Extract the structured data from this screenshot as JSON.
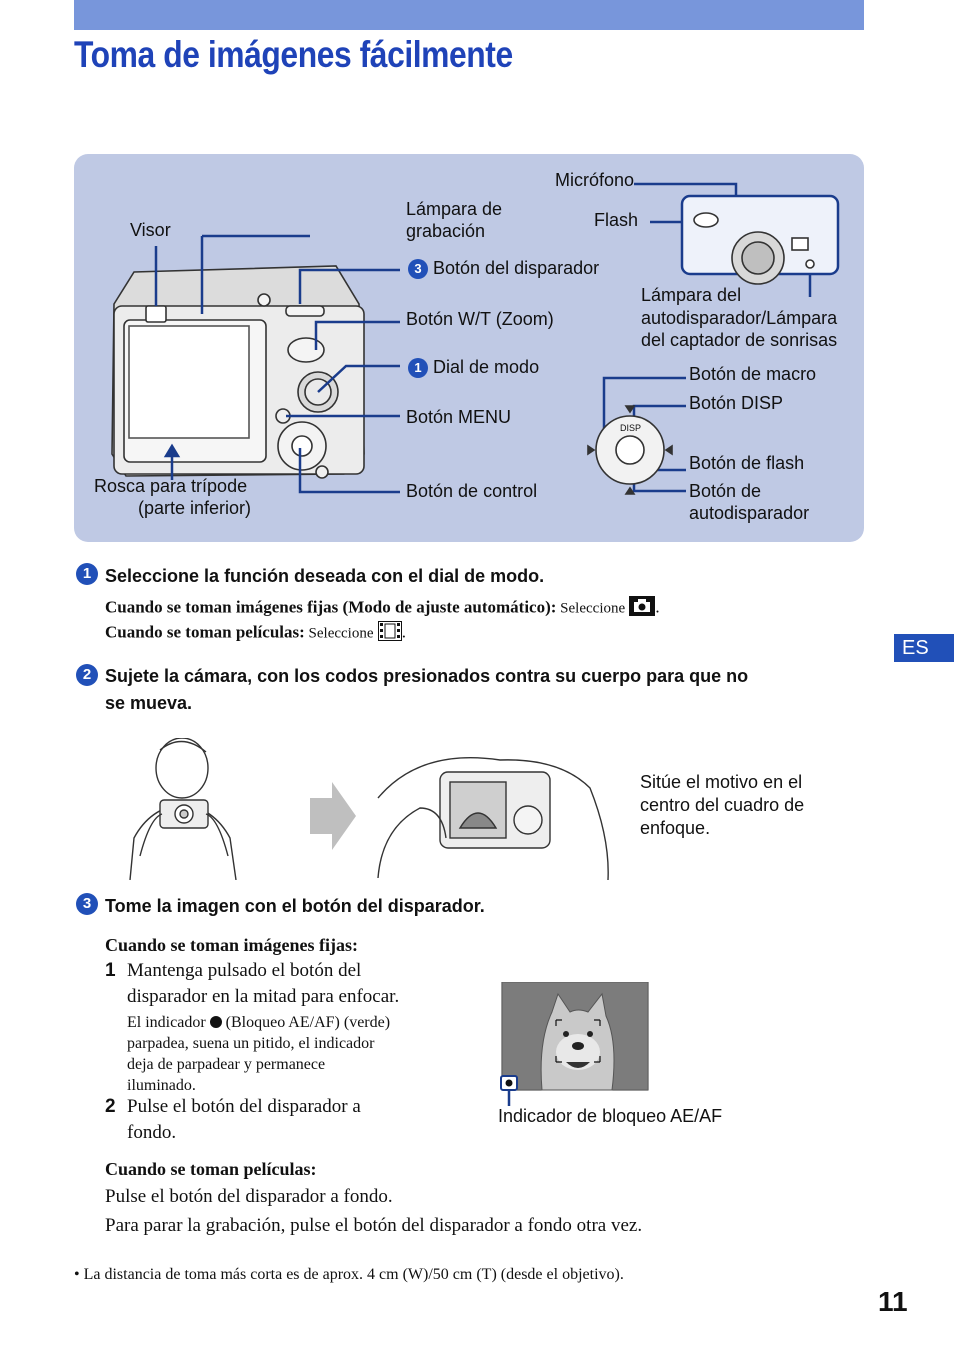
{
  "page": {
    "title": "Toma de imágenes fácilmente",
    "section_tab": "ES",
    "page_number": "11"
  },
  "diagram": {
    "labels": {
      "visor": "Visor",
      "lampara_grabacion_1": "Lámpara de",
      "lampara_grabacion_2": "grabación",
      "boton_disparador": "Botón del disparador",
      "boton_disparador_num": "3",
      "boton_wt": "Botón W/T (Zoom)",
      "dial_modo": "Dial de modo",
      "dial_modo_num": "1",
      "boton_menu": "Botón MENU",
      "rosca_1": "Rosca para trípode",
      "rosca_2": "(parte inferior)",
      "boton_control": "Botón de control",
      "microfono": "Micrófono",
      "flash": "Flash",
      "lampara_auto_1": "Lámpara del",
      "lampara_auto_2": "autodisparador/Lámpara",
      "lampara_auto_3": "del captador de sonrisas",
      "boton_macro": "Botón de macro",
      "boton_disp": "Botón DISP",
      "boton_flash": "Botón de flash",
      "boton_autodisparador_1": "Botón de",
      "boton_autodisparador_2": "autodisparador",
      "disp_text": "DISP"
    }
  },
  "steps": [
    {
      "number": "1",
      "heading": "Seleccione la función deseada con el dial de modo.",
      "line1_bold": "Cuando se toman imágenes fijas (Modo de ajuste automático):",
      "line1_text": " Seleccione",
      "line2_bold": "Cuando se toman películas:",
      "line2_text": " Seleccione"
    },
    {
      "number": "2",
      "heading_1": "Sujete la cámara, con los codos presionados contra su cuerpo para que no",
      "heading_2": "se mueva.",
      "caption_1": "Sitúe el motivo en el",
      "caption_2": "centro del cuadro de",
      "caption_3": "enfoque."
    },
    {
      "number": "3",
      "heading": "Tome la imagen con el botón del disparador.",
      "still_title": "Cuando se toman imágenes fijas:",
      "sub1_num": "1",
      "sub1_line1": "Mantenga pulsado el botón del",
      "sub1_line2": "disparador en la mitad para enfocar.",
      "sub1_note_1a": "El indicador",
      "sub1_note_1b": "(Bloqueo AE/AF) (verde)",
      "sub1_note_2": "parpadea, suena un pitido, el indicador",
      "sub1_note_3": "deja de parpadear y permanece",
      "sub1_note_4": "iluminado.",
      "sub2_num": "2",
      "sub2_line1": "Pulse el botón del disparador a",
      "sub2_line2": "fondo.",
      "ae_caption": "Indicador de bloqueo AE/AF",
      "movie_title": "Cuando se toman películas:",
      "movie_line1": "Pulse el botón del disparador a fondo.",
      "movie_line2": "Para parar la grabación, pulse el botón del disparador a fondo otra vez."
    }
  ],
  "note": "• La distancia de toma más corta es de aprox. 4 cm (W)/50 cm (T) (desde el objetivo).",
  "colors": {
    "accent_blue": "#2150b8",
    "title_blue": "#1f43b8",
    "top_bar": "#7896db",
    "diagram_bg": "#bfc9e4",
    "leader_line": "#1a3c8c"
  }
}
